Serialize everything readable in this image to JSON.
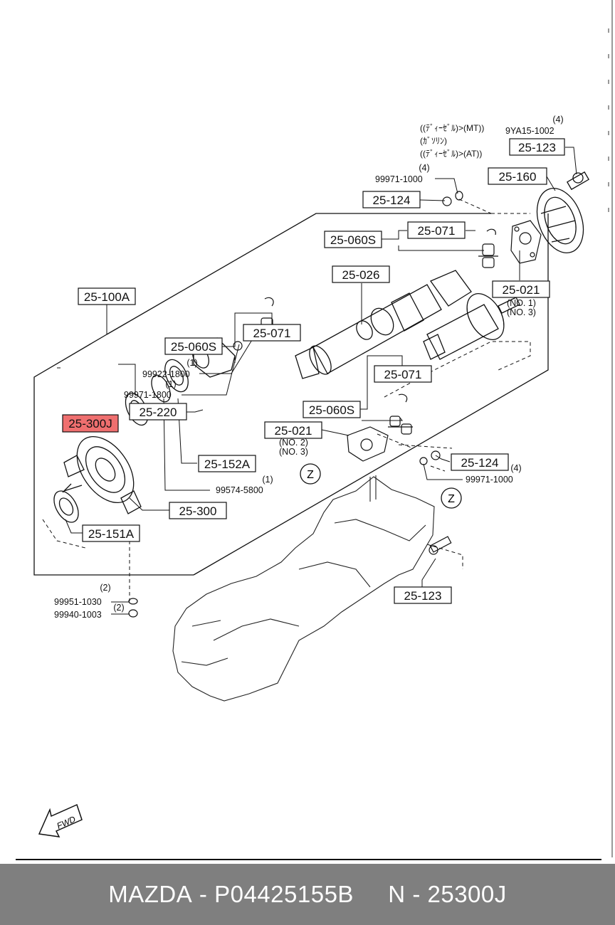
{
  "footer": {
    "brand": "MAZDA",
    "part_number": "P04425155B",
    "separator": "-",
    "ref_prefix": "N",
    "ref_number": "25300J"
  },
  "diagram": {
    "notes": {
      "jp_mt": "((ﾃﾞｨｰｾﾞﾙ)>(MT))",
      "jp_gas": "(ｶﾞｿﾘﾝ)",
      "jp_at": "((ﾃﾞｨｰｾﾞﾙ)>(AT))"
    },
    "boxed_labels": {
      "b25_123_top": "25-123",
      "b25_160": "25-160",
      "b25_124_top": "25-124",
      "b25_071_a": "25-071",
      "b25_060s_a": "25-060S",
      "b25_026": "25-026",
      "b25_021_top": "25-021",
      "b25_100a": "25-100A",
      "b25_071_b": "25-071",
      "b25_060s_b": "25-060S",
      "b25_071_c": "25-071",
      "b25_220": "25-220",
      "b25_300j": "25-300J",
      "b25_060s_c": "25-060S",
      "b25_021_mid": "25-021",
      "b25_152a": "25-152A",
      "b25_124_right": "25-124",
      "b25_300": "25-300",
      "b25_151a": "25-151A",
      "b25_123_bottom": "25-123"
    },
    "part_numbers": {
      "p9ya15": "9YA15-1002",
      "p99971_top": "99971-1000",
      "p99922": "99922-1800",
      "p99971_1800": "99971-1800",
      "p99574": "99574-5800",
      "p99971_right": "99971-1000",
      "p99951": "99951-1030",
      "p99940": "99940-1003"
    },
    "quantities": {
      "q4_top": "(4)",
      "q4_mid": "(4)",
      "q1_a": "(1)",
      "q1_b": "(1)",
      "q1_c": "(1)",
      "q4_right": "(4)",
      "q2_a": "(2)",
      "q2_b": "(2)"
    },
    "notes_no": {
      "no1": "(NO. 1)",
      "no3_top": "(NO. 3)",
      "no2": "(NO. 2)",
      "no3_mid": "(NO. 3)"
    },
    "markers": {
      "z1": "Z",
      "z2": "Z",
      "fwd": "FWD"
    },
    "colors": {
      "highlight": "#ef6f6f",
      "footer_bg": "#7f7f7f",
      "footer_text": "#ffffff",
      "ink": "#111111"
    }
  }
}
